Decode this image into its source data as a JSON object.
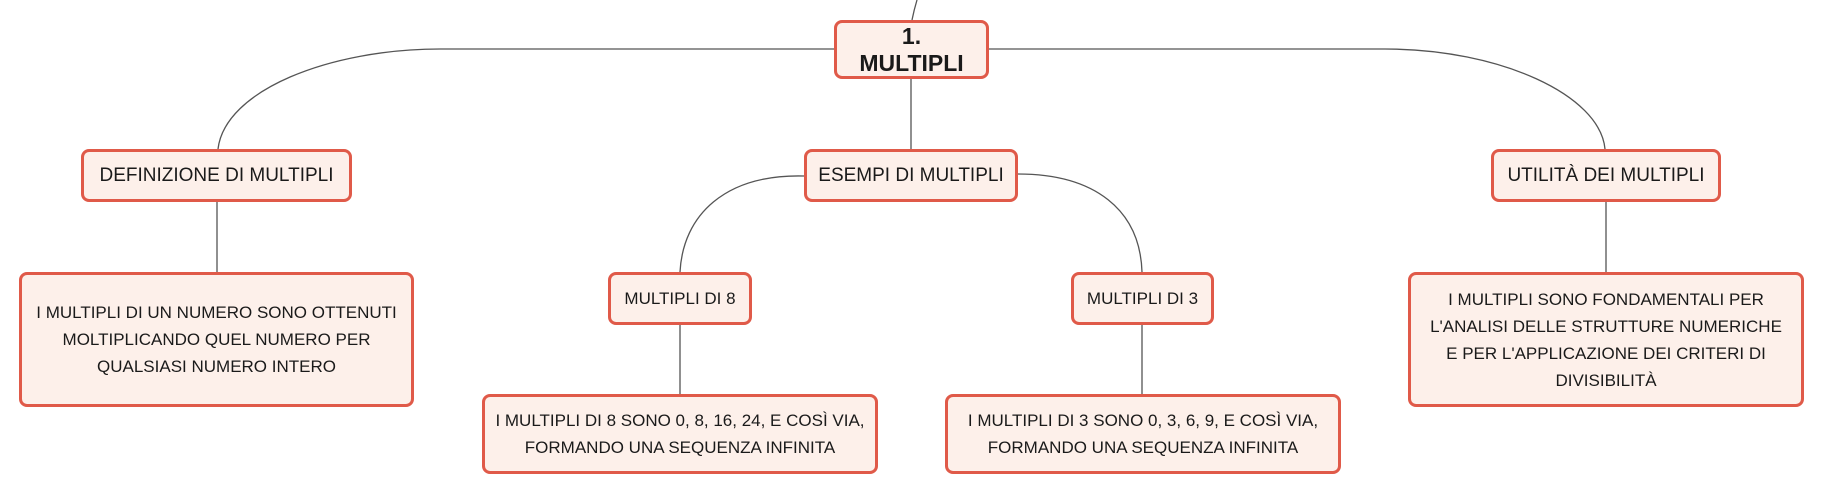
{
  "root": {
    "label": "1. MULTIPLI"
  },
  "branches": [
    {
      "label": "DEFINIZIONE DI MULTIPLI",
      "detail": "I MULTIPLI DI UN NUMERO SONO OTTENUTI MOLTIPLICANDO QUEL NUMERO PER QUALSIASI NUMERO INTERO"
    },
    {
      "label": "ESEMPI DI MULTIPLI",
      "children": [
        {
          "label": "MULTIPLI DI 8",
          "detail": "I MULTIPLI DI 8 SONO 0, 8, 16, 24, E COSÌ VIA, FORMANDO UNA SEQUENZA INFINITA"
        },
        {
          "label": "MULTIPLI DI 3",
          "detail": "I MULTIPLI DI 3 SONO 0, 3, 6, 9, E COSÌ VIA, FORMANDO UNA SEQUENZA INFINITA"
        }
      ]
    },
    {
      "label": "UTILITÀ DEI MULTIPLI",
      "detail": "I MULTIPLI SONO FONDAMENTALI PER L'ANALISI DELLE STRUTTURE NUMERICHE E PER L'APPLICAZIONE DEI CRITERI DI DIVISIBILITÀ"
    }
  ],
  "colors": {
    "node_border": "#e05a49",
    "node_fill": "#fdf0ea",
    "connector": "#555555"
  }
}
